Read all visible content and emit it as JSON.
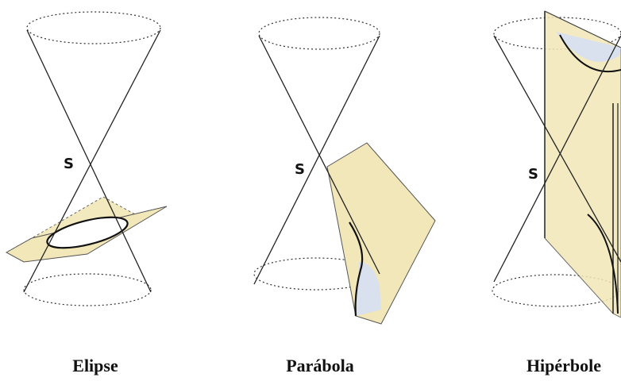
{
  "panels": [
    {
      "vertex_label": "S",
      "caption": "Elipse"
    },
    {
      "vertex_label": "S",
      "caption": "Parábola"
    },
    {
      "vertex_label": "S",
      "caption": "Hipérbole"
    }
  ],
  "colors": {
    "plane_fill": "#f2e7b8",
    "plane_stroke": "#555555",
    "cone_stroke": "#222222",
    "dotted_stroke": "#333333",
    "section_shade": "#d9e0ee"
  }
}
